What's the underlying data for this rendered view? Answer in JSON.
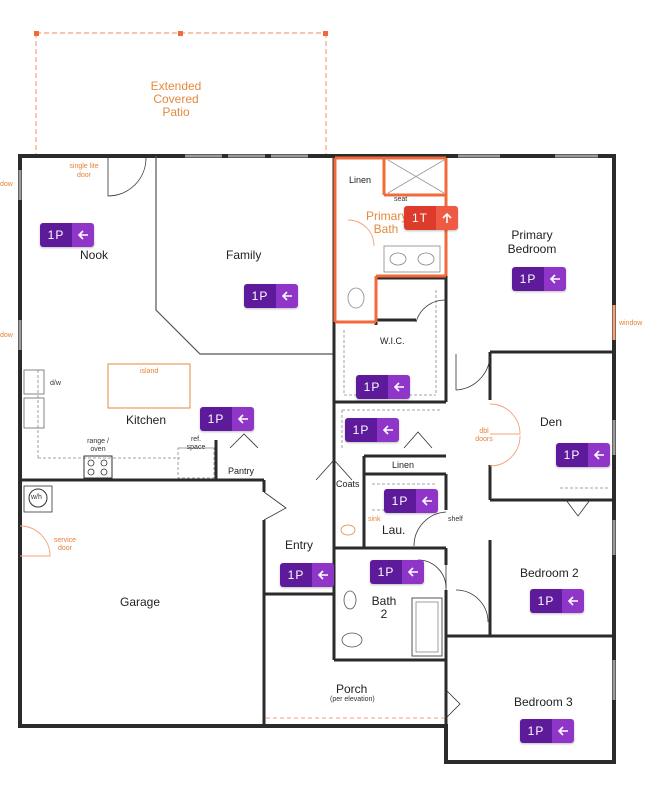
{
  "rooms": {
    "extended_covered_patio": "Extended\nCovered\nPatio",
    "nook": "Nook",
    "family": "Family",
    "primary_bath": "Primary\nBath",
    "primary_bedroom": "Primary\nBedroom",
    "wic": "W.I.C.",
    "kitchen": "Kitchen",
    "den": "Den",
    "pantry": "Pantry",
    "linen_top": "Linen",
    "linen_mid": "Linen",
    "coats": "Coats",
    "lau": "Lau.",
    "entry": "Entry",
    "garage": "Garage",
    "bath2": "Bath\n2",
    "bedroom2": "Bedroom 2",
    "porch": "Porch",
    "porch_sub": "(per elevation)",
    "bedroom3": "Bedroom 3"
  },
  "notes": {
    "single_lite_door": "single lite\ndoor",
    "window_left_top": "dow",
    "window_left_mid": "dow",
    "window_right": "window",
    "seat": "seat",
    "island": "island",
    "dw": "d/w",
    "range_oven": "range /\noven",
    "ref_space": "ref.\nspace",
    "dbl_doors": "dbl\ndoors",
    "wh": "w/h",
    "service_door": "service\ndoor",
    "sink": "sink",
    "shelf": "shelf"
  },
  "badges": [
    {
      "code": "1P",
      "arrow": "left"
    },
    {
      "code": "1P",
      "arrow": "left"
    },
    {
      "code": "1T",
      "arrow": "up"
    },
    {
      "code": "1P",
      "arrow": "left"
    },
    {
      "code": "1P",
      "arrow": "left"
    },
    {
      "code": "1P",
      "arrow": "left"
    },
    {
      "code": "1P",
      "arrow": "left"
    },
    {
      "code": "1P",
      "arrow": "left"
    },
    {
      "code": "1P",
      "arrow": "left"
    },
    {
      "code": "1P",
      "arrow": "left"
    },
    {
      "code": "1P",
      "arrow": "left"
    },
    {
      "code": "1P",
      "arrow": "left"
    },
    {
      "code": "1P",
      "arrow": "left"
    }
  ],
  "colors": {
    "wall": "#2b2b2b",
    "highlight": "#f06a3a",
    "patio_line": "#f3a27a",
    "label_orange": "#e58a3c",
    "badge_p_dark": "#5d1a9b",
    "badge_p_light": "#8f36c9",
    "badge_t_dark": "#dd3b2c",
    "badge_t_light": "#ef5a44"
  }
}
